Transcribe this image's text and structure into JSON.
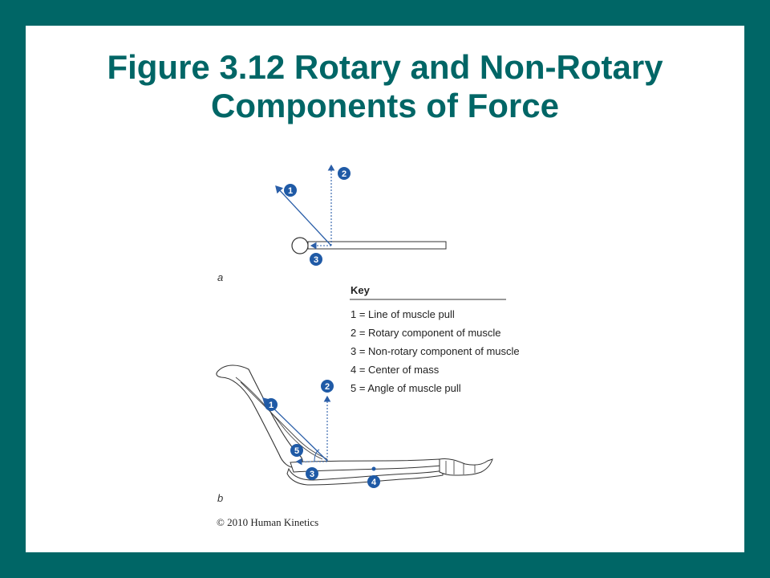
{
  "title": {
    "line1": "Figure 3.12 Rotary and Non-Rotary",
    "line2": "Components of Force"
  },
  "panels": {
    "a_label": "a",
    "b_label": "b"
  },
  "markers": {
    "one": "1",
    "two": "2",
    "three": "3",
    "four": "4",
    "five": "5"
  },
  "key": {
    "title": "Key",
    "items": [
      "1 = Line of muscle pull",
      "2 = Rotary component of muscle",
      "3 = Non-rotary component of muscle",
      "4 = Center of mass",
      "5 = Angle of muscle pull"
    ]
  },
  "copyright": "© 2010 Human Kinetics",
  "colors": {
    "frame": "#006666",
    "title": "#006666",
    "arrow": "#2a5ea8",
    "marker": "#1f5aa6"
  }
}
